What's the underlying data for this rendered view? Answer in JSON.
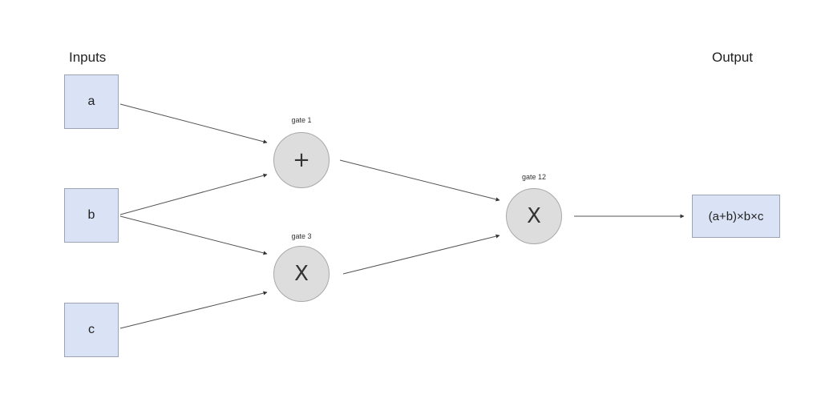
{
  "headings": {
    "inputs": "Inputs",
    "output": "Output"
  },
  "inputs": [
    {
      "label": "a"
    },
    {
      "label": "b"
    },
    {
      "label": "c"
    }
  ],
  "gates": [
    {
      "name": "gate 1",
      "operator": "+"
    },
    {
      "name": "gate 3",
      "operator": "X"
    },
    {
      "name": "gate 12",
      "operator": "X"
    }
  ],
  "output": {
    "expression": "(a+b)×b×c"
  },
  "colors": {
    "box_fill": "#dae3f5",
    "box_border": "#9aa4b4",
    "gate_fill": "#dddddd",
    "gate_border": "#a8a8a8",
    "edge": "#555555"
  }
}
